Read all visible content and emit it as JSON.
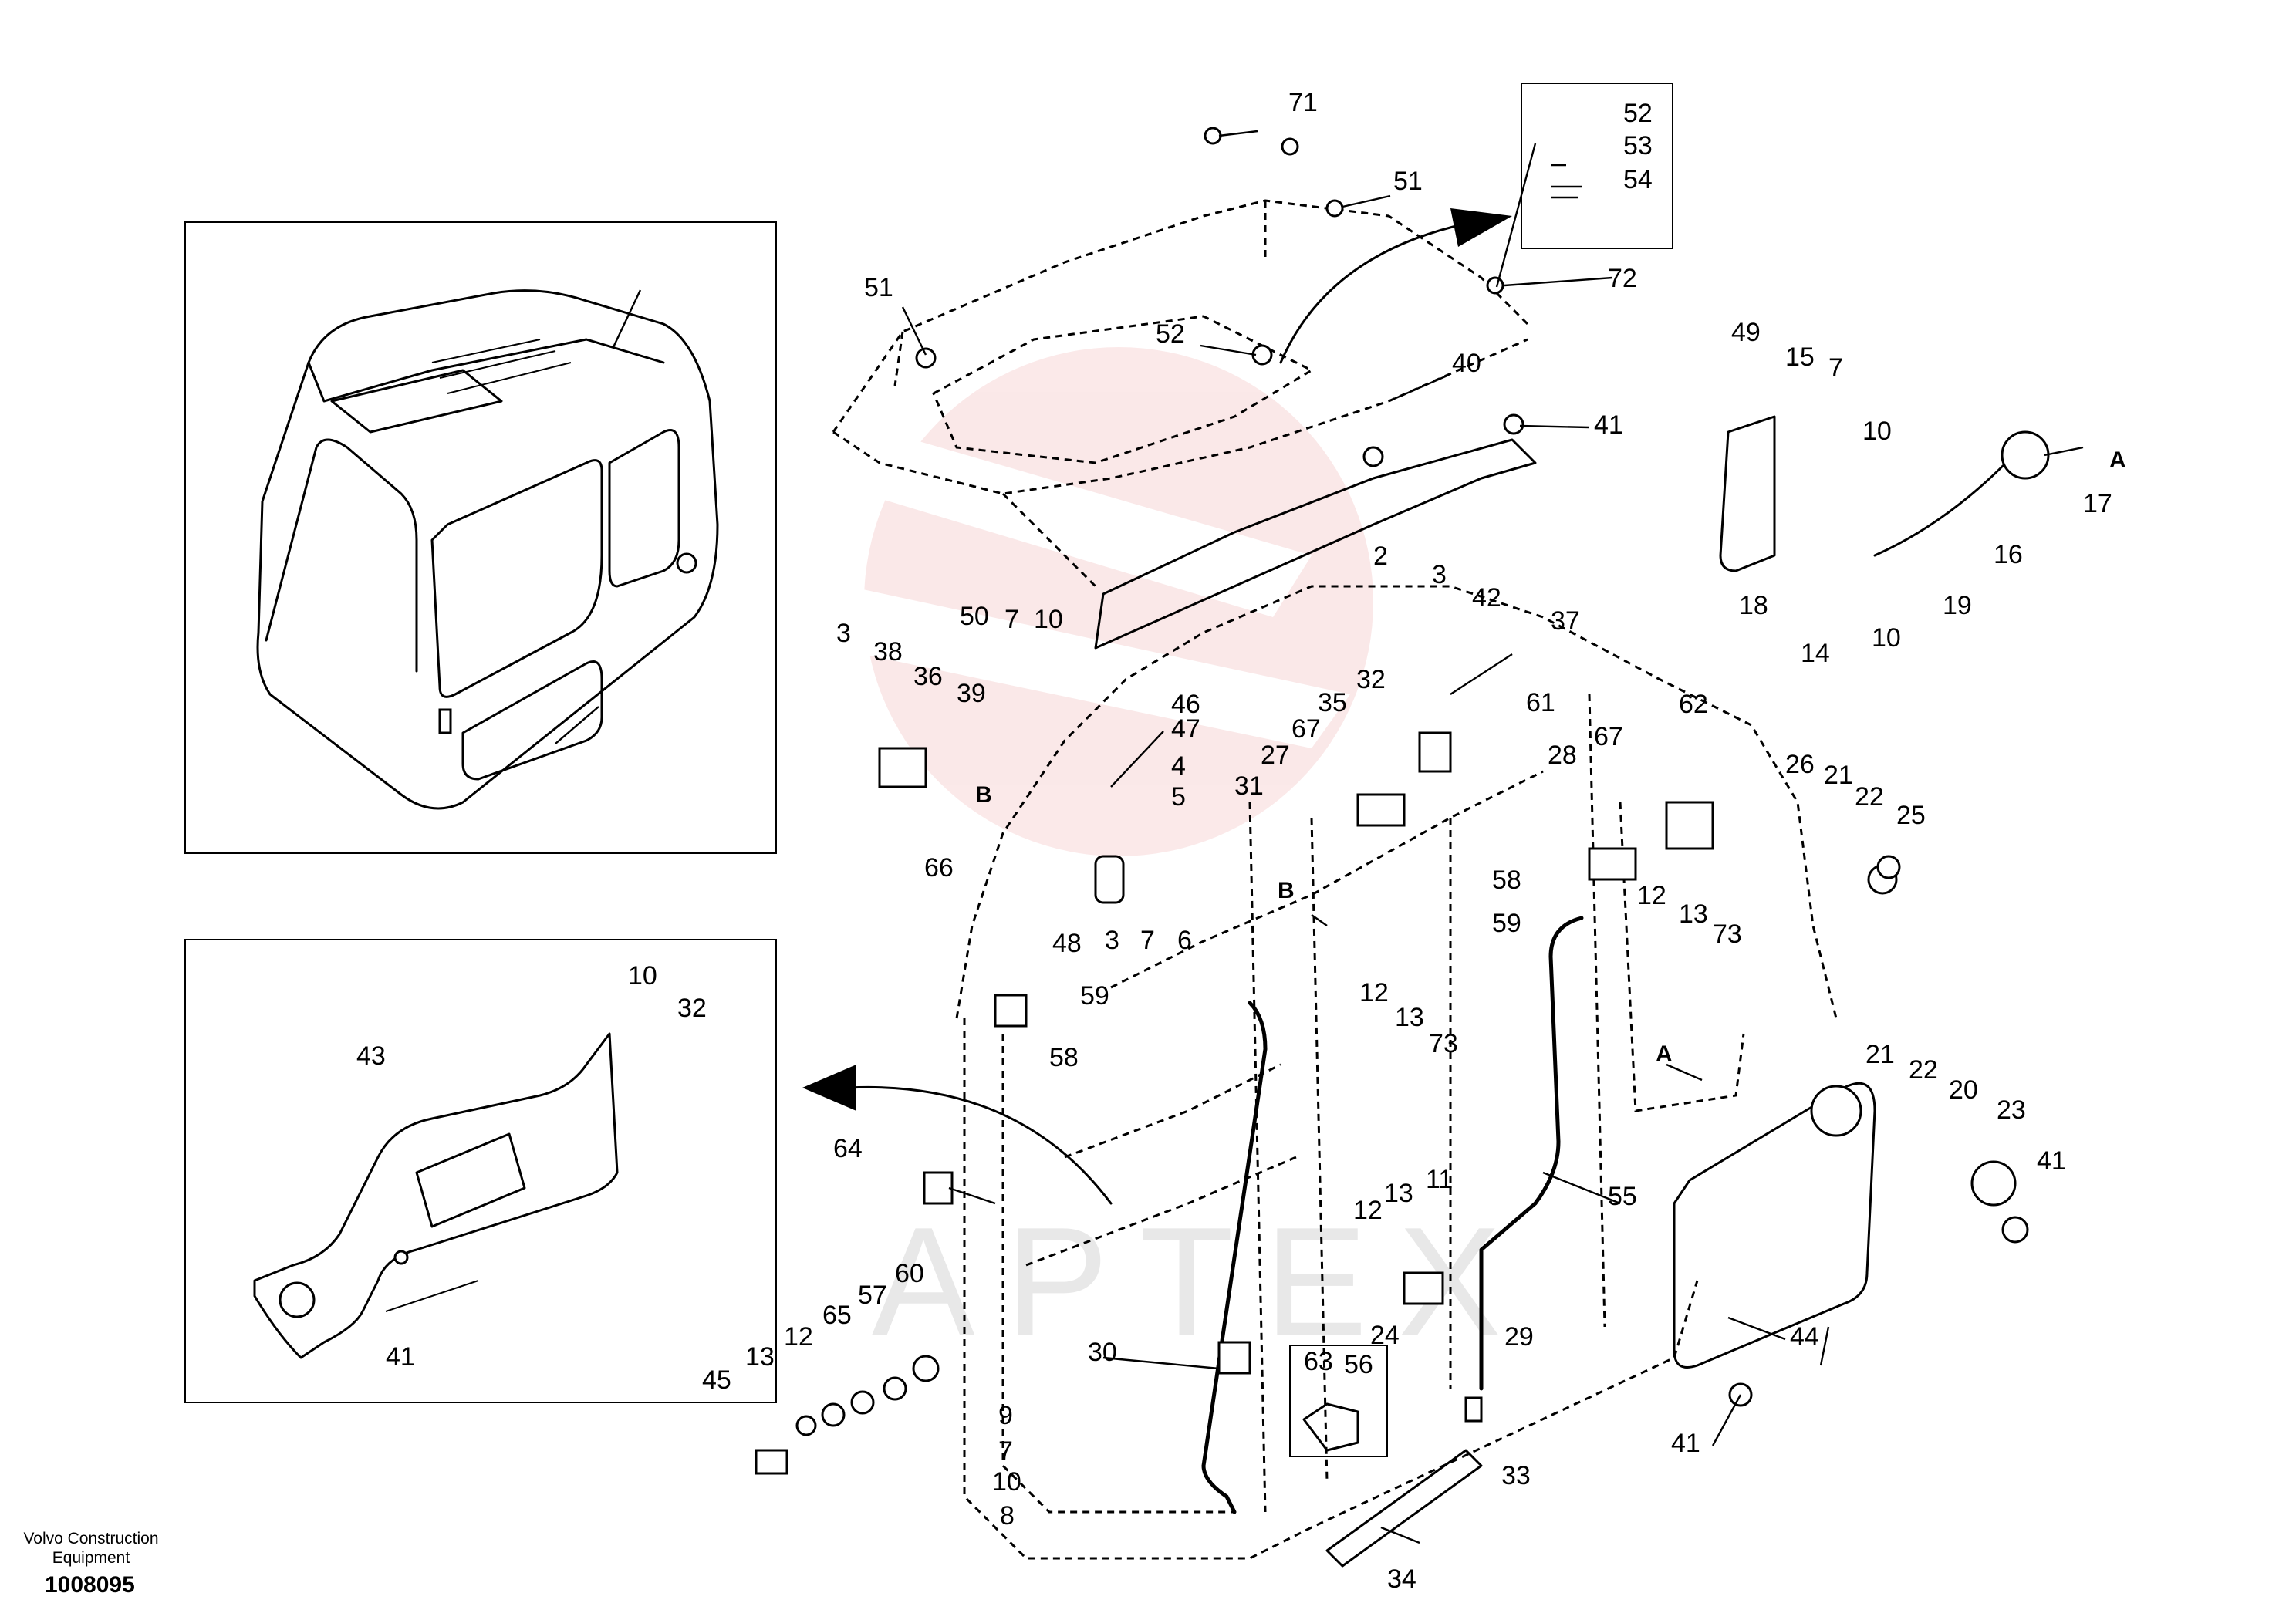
{
  "footer": {
    "company_line1": "Volvo Construction",
    "company_line2": "Equipment",
    "drawing_number": "1008095"
  },
  "view_markers": {
    "a": "A",
    "b": "B"
  },
  "watermark": {
    "text": "APTEX",
    "color": "#e8e8e8"
  },
  "colors": {
    "line": "#000000",
    "watermark_logo": "#f3c0c0"
  },
  "part_labels": [
    "71",
    "51",
    "52",
    "53",
    "54",
    "72",
    "51",
    "52",
    "40",
    "41",
    "49",
    "15",
    "7",
    "10",
    "17",
    "16",
    "18",
    "14",
    "10",
    "19",
    "50",
    "7",
    "10",
    "2",
    "3",
    "42",
    "37",
    "3",
    "38",
    "36",
    "39",
    "46",
    "47",
    "4",
    "5",
    "35",
    "32",
    "61",
    "62",
    "67",
    "27",
    "31",
    "67",
    "28",
    "26",
    "21",
    "22",
    "25",
    "66",
    "48",
    "3",
    "7",
    "6",
    "58",
    "59",
    "12",
    "13",
    "73",
    "59",
    "58",
    "12",
    "13",
    "73",
    "10",
    "32",
    "43",
    "41",
    "64",
    "55",
    "13",
    "11",
    "12",
    "21",
    "22",
    "20",
    "23",
    "41",
    "45",
    "13",
    "12",
    "65",
    "57",
    "60",
    "30",
    "24",
    "63",
    "56",
    "29",
    "44",
    "41",
    "9",
    "7",
    "10",
    "8",
    "33",
    "34"
  ]
}
